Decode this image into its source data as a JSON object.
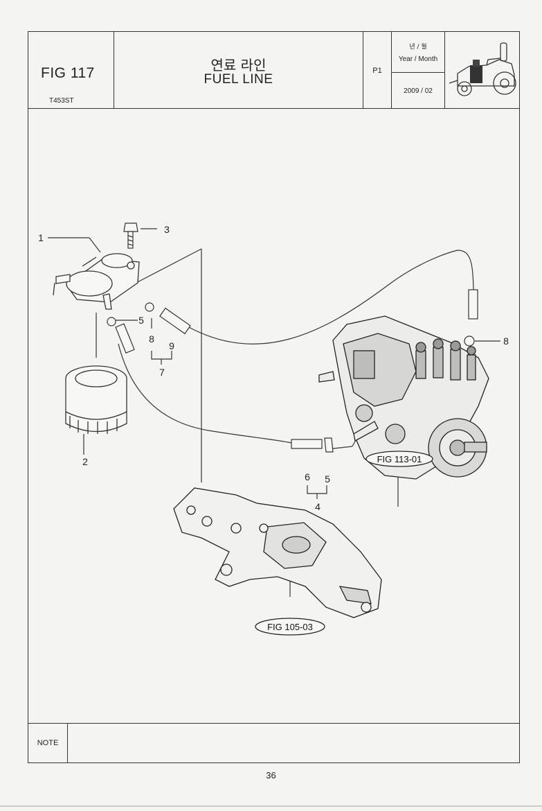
{
  "header": {
    "figure_number": "FIG 117",
    "model": "T453ST",
    "title_korean": "연료 라인",
    "title_english": "FUEL LINE",
    "page_code": "P1",
    "year_month_korean": "년 / 월",
    "year_month_english": "Year / Month",
    "date": "2009 / 02",
    "thumbnail_icon": "tractor-icon"
  },
  "parts": {
    "p1": "1",
    "p2": "2",
    "p3": "3",
    "p4": "4",
    "p5a": "5",
    "p5b": "5",
    "p6": "6",
    "p7": "7",
    "p8a": "8",
    "p8b": "8",
    "p9": "9"
  },
  "references": {
    "injection_pump": "FIG 113-01",
    "intake_manifold": "FIG 105-03"
  },
  "footer": {
    "note_label": "NOTE",
    "page_number": "36"
  }
}
